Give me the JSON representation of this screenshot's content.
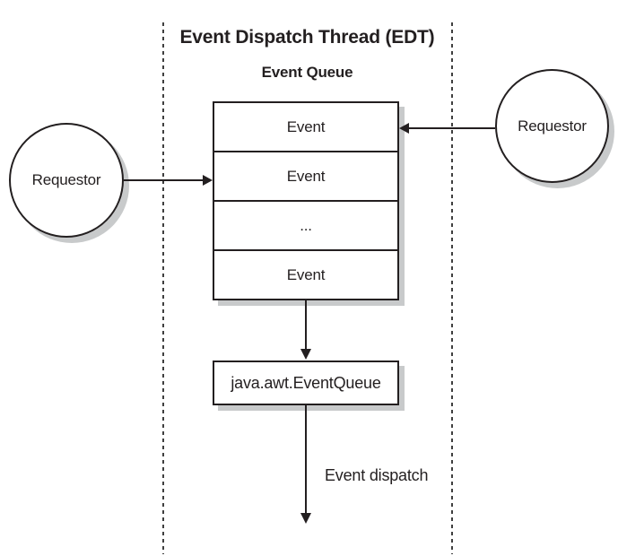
{
  "diagram": {
    "edt_region": {
      "title": "Event Dispatch Thread (EDT)"
    },
    "event_queue": {
      "label": "Event Queue",
      "rows": [
        "Event",
        "Event",
        "...",
        "Event"
      ]
    },
    "requestor_left": {
      "label": "Requestor"
    },
    "requestor_right": {
      "label": "Requestor"
    },
    "event_queue_class_box": {
      "label": "java.awt.EventQueue"
    },
    "event_dispatch": {
      "label": "Event dispatch"
    }
  },
  "colors": {
    "ink": "#231f20",
    "shadow": "#c8cacb",
    "dash": "#3f3f3f",
    "bg": "#ffffff"
  }
}
